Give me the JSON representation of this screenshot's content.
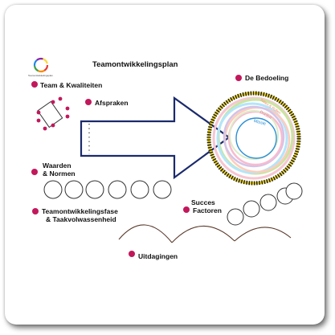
{
  "title": "Teamontwikkelingsplan",
  "logo_text": "Teamontwikkelingsplan",
  "labels": {
    "team": "Team & Kwaliteiten",
    "afspraken": "Afspraken",
    "waarden_1": "Waarden",
    "waarden_2": "& Normen",
    "fase_1": "Teamontwikkelingsfase",
    "fase_2": "& Taakvolwassenheid",
    "succes_1": "Succes",
    "succes_2": "Factoren",
    "uitdagingen": "Uitdagingen",
    "bedoeling": "De Bedoeling"
  },
  "rings": {
    "missie": "Missie",
    "doelen": "Doelen",
    "taken": "Taken & Rollen"
  },
  "colors": {
    "accent": "#c2185b",
    "arrow": "#1a2a6c",
    "yellow_ring": "#f0d000",
    "missie": "#2a8fd6"
  }
}
